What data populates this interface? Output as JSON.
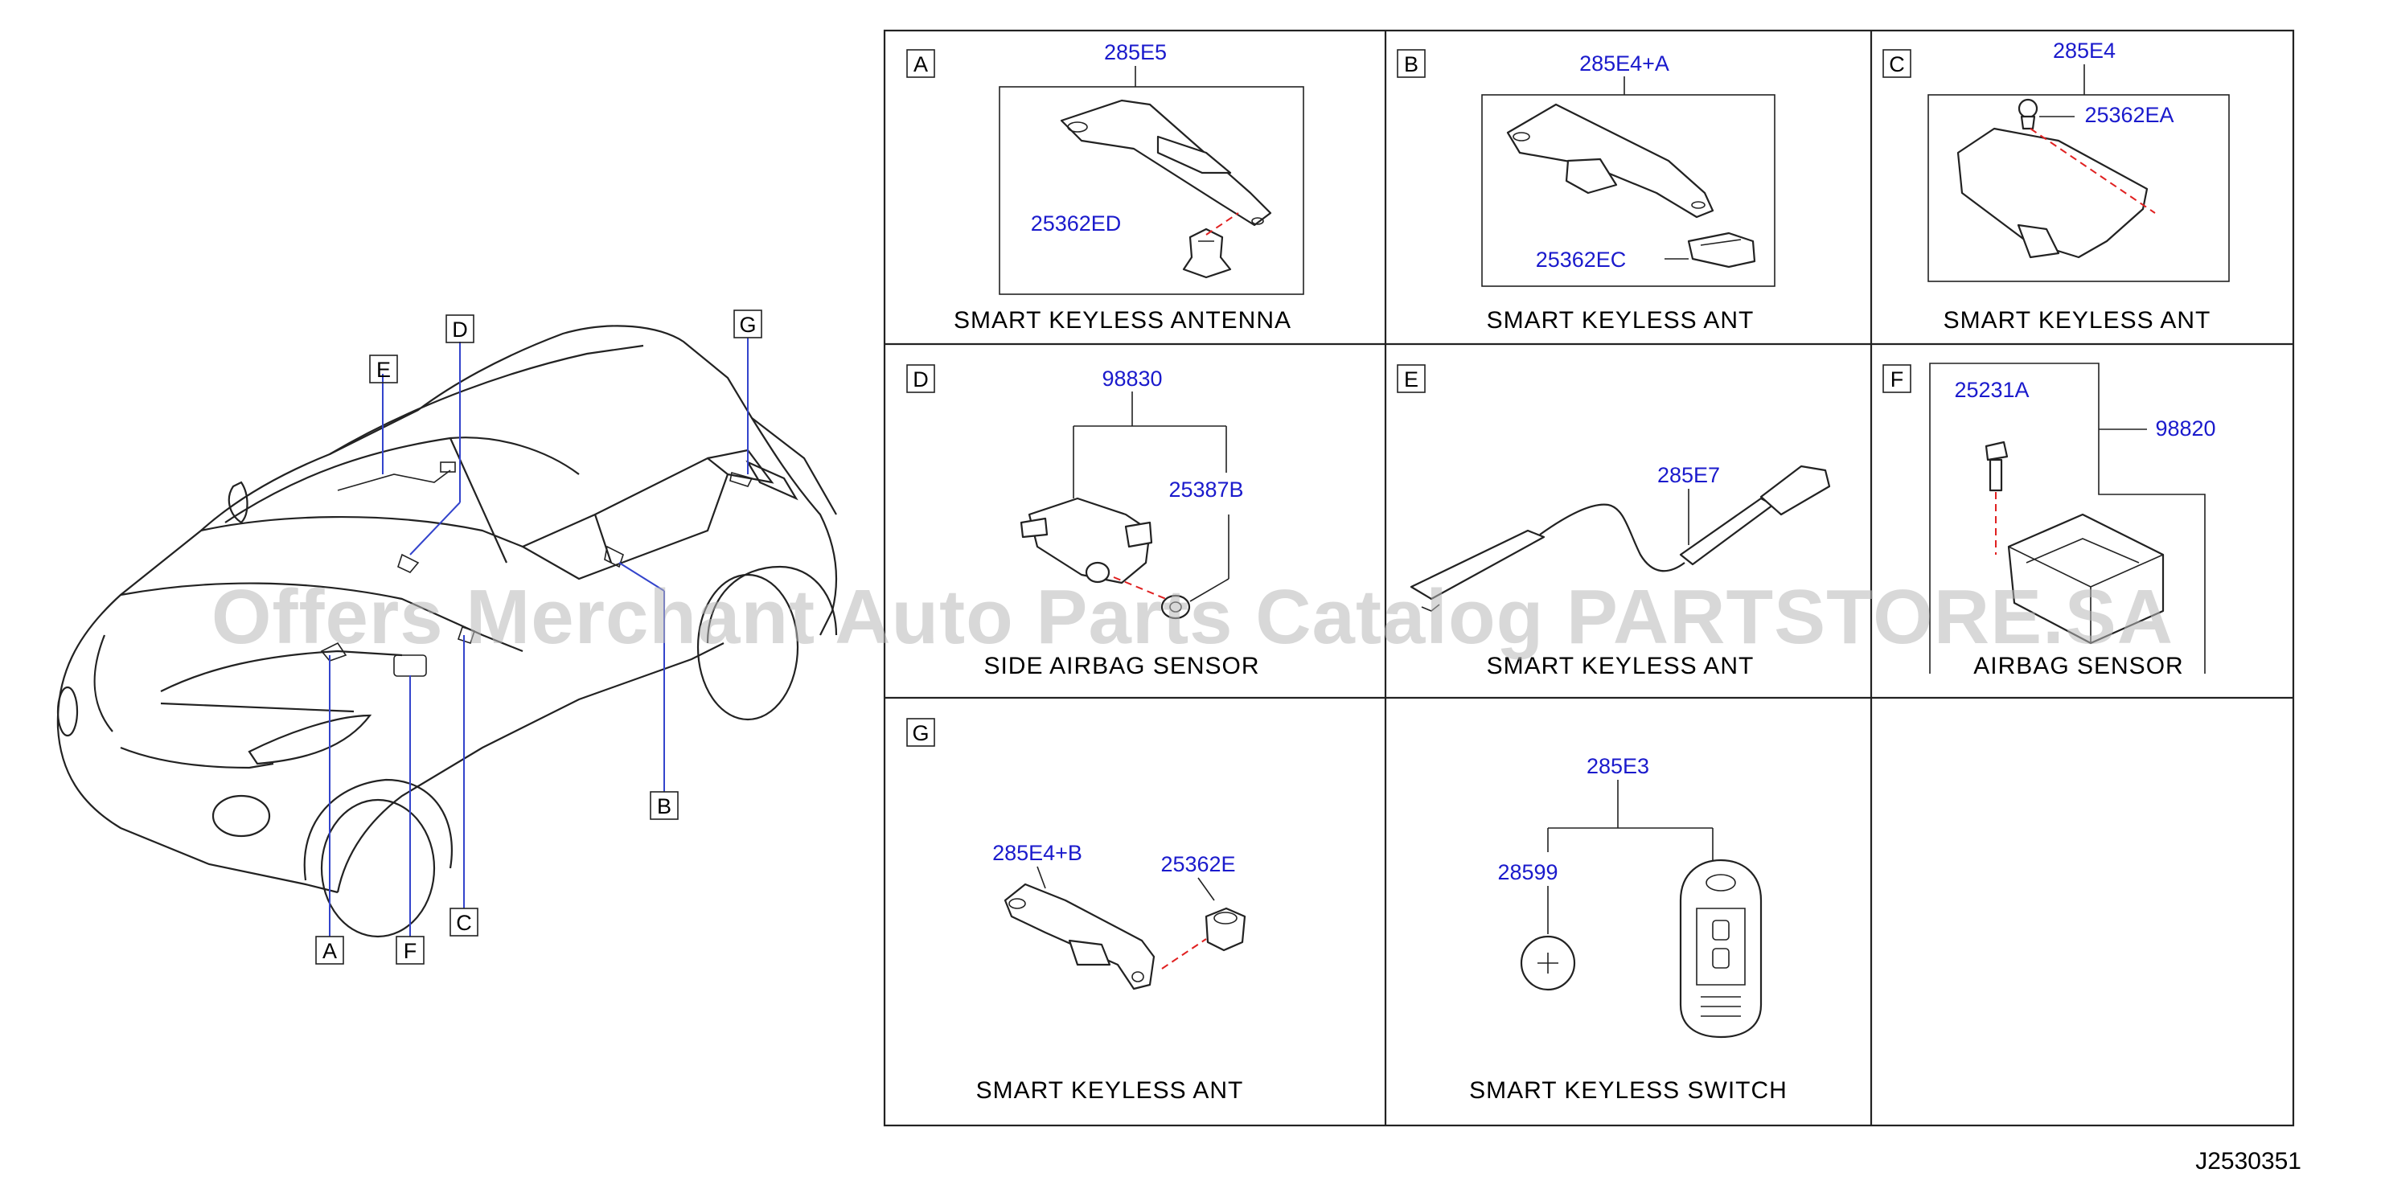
{
  "watermark": "Offers Merchant Auto Parts Catalog PARTSTORE.SA",
  "figure_code": "J2530351",
  "overview_callouts": [
    "A",
    "B",
    "C",
    "D",
    "E",
    "F",
    "G"
  ],
  "panels": [
    {
      "letter": "A",
      "title": "SMART   KEYLESS   ANTENNA",
      "parts": [
        "285E5",
        "25362ED"
      ]
    },
    {
      "letter": "B",
      "title": "SMART   KEYLESS   ANT",
      "parts": [
        "285E4+A",
        "25362EC"
      ]
    },
    {
      "letter": "C",
      "title": "SMART   KEYLESS   ANT",
      "parts": [
        "285E4",
        "25362EA"
      ]
    },
    {
      "letter": "D",
      "title": "SIDE   AIRBAG   SENSOR",
      "parts": [
        "98830",
        "25387B"
      ]
    },
    {
      "letter": "E",
      "title": "SMART   KEYLESS   ANT",
      "parts": [
        "285E7"
      ]
    },
    {
      "letter": "F",
      "title": "AIRBAG   SENSOR",
      "parts": [
        "25231A",
        "98820"
      ]
    },
    {
      "letter": "G",
      "title": "SMART   KEYLESS   ANT",
      "parts": [
        "285E4+B",
        "25362E"
      ]
    },
    {
      "letter": "",
      "title": "SMART   KEYLESS   SWITCH",
      "parts": [
        "285E3",
        "28599"
      ]
    }
  ]
}
